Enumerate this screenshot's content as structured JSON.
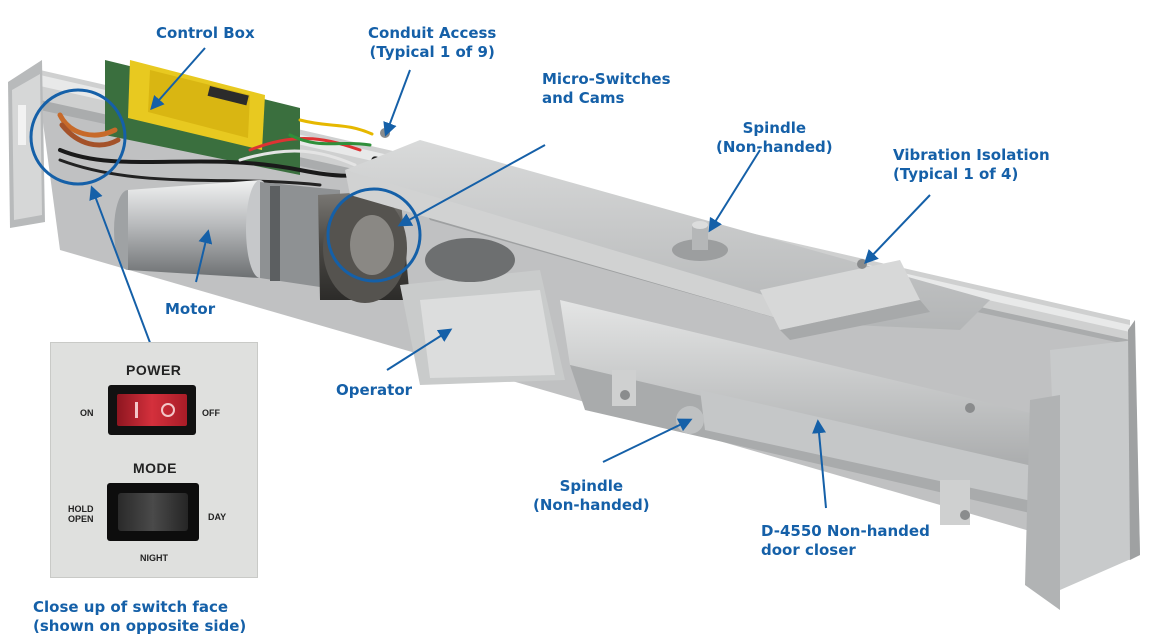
{
  "labels": {
    "control_box": "Control Box",
    "conduit_access": [
      "Conduit Access",
      "(Typical 1 of 9)"
    ],
    "micro_switches": [
      "Micro-Switches",
      "and Cams"
    ],
    "spindle_top": [
      "Spindle",
      "(Non-handed)"
    ],
    "vibration_isolation": [
      "Vibration Isolation",
      "(Typical 1 of 4)"
    ],
    "motor": "Motor",
    "operator": "Operator",
    "spindle_bottom": [
      "Spindle",
      "(Non-handed)"
    ],
    "door_closer": [
      "D-4550 Non-handed",
      "door closer"
    ],
    "switch_caption": [
      "Close up of switch face",
      "(shown on opposite side)"
    ]
  },
  "switch_face": {
    "power_title": "POWER",
    "on": "ON",
    "off": "OFF",
    "mode_title": "MODE",
    "hold_open": [
      "HOLD",
      "OPEN"
    ],
    "day": "DAY",
    "night": "NIGHT"
  },
  "colors": {
    "label_blue": "#1560a8",
    "housing_aluminum": "#c4c6c6",
    "rocker_red": "#c0222e",
    "rocker_black": "#1d1d1d"
  }
}
